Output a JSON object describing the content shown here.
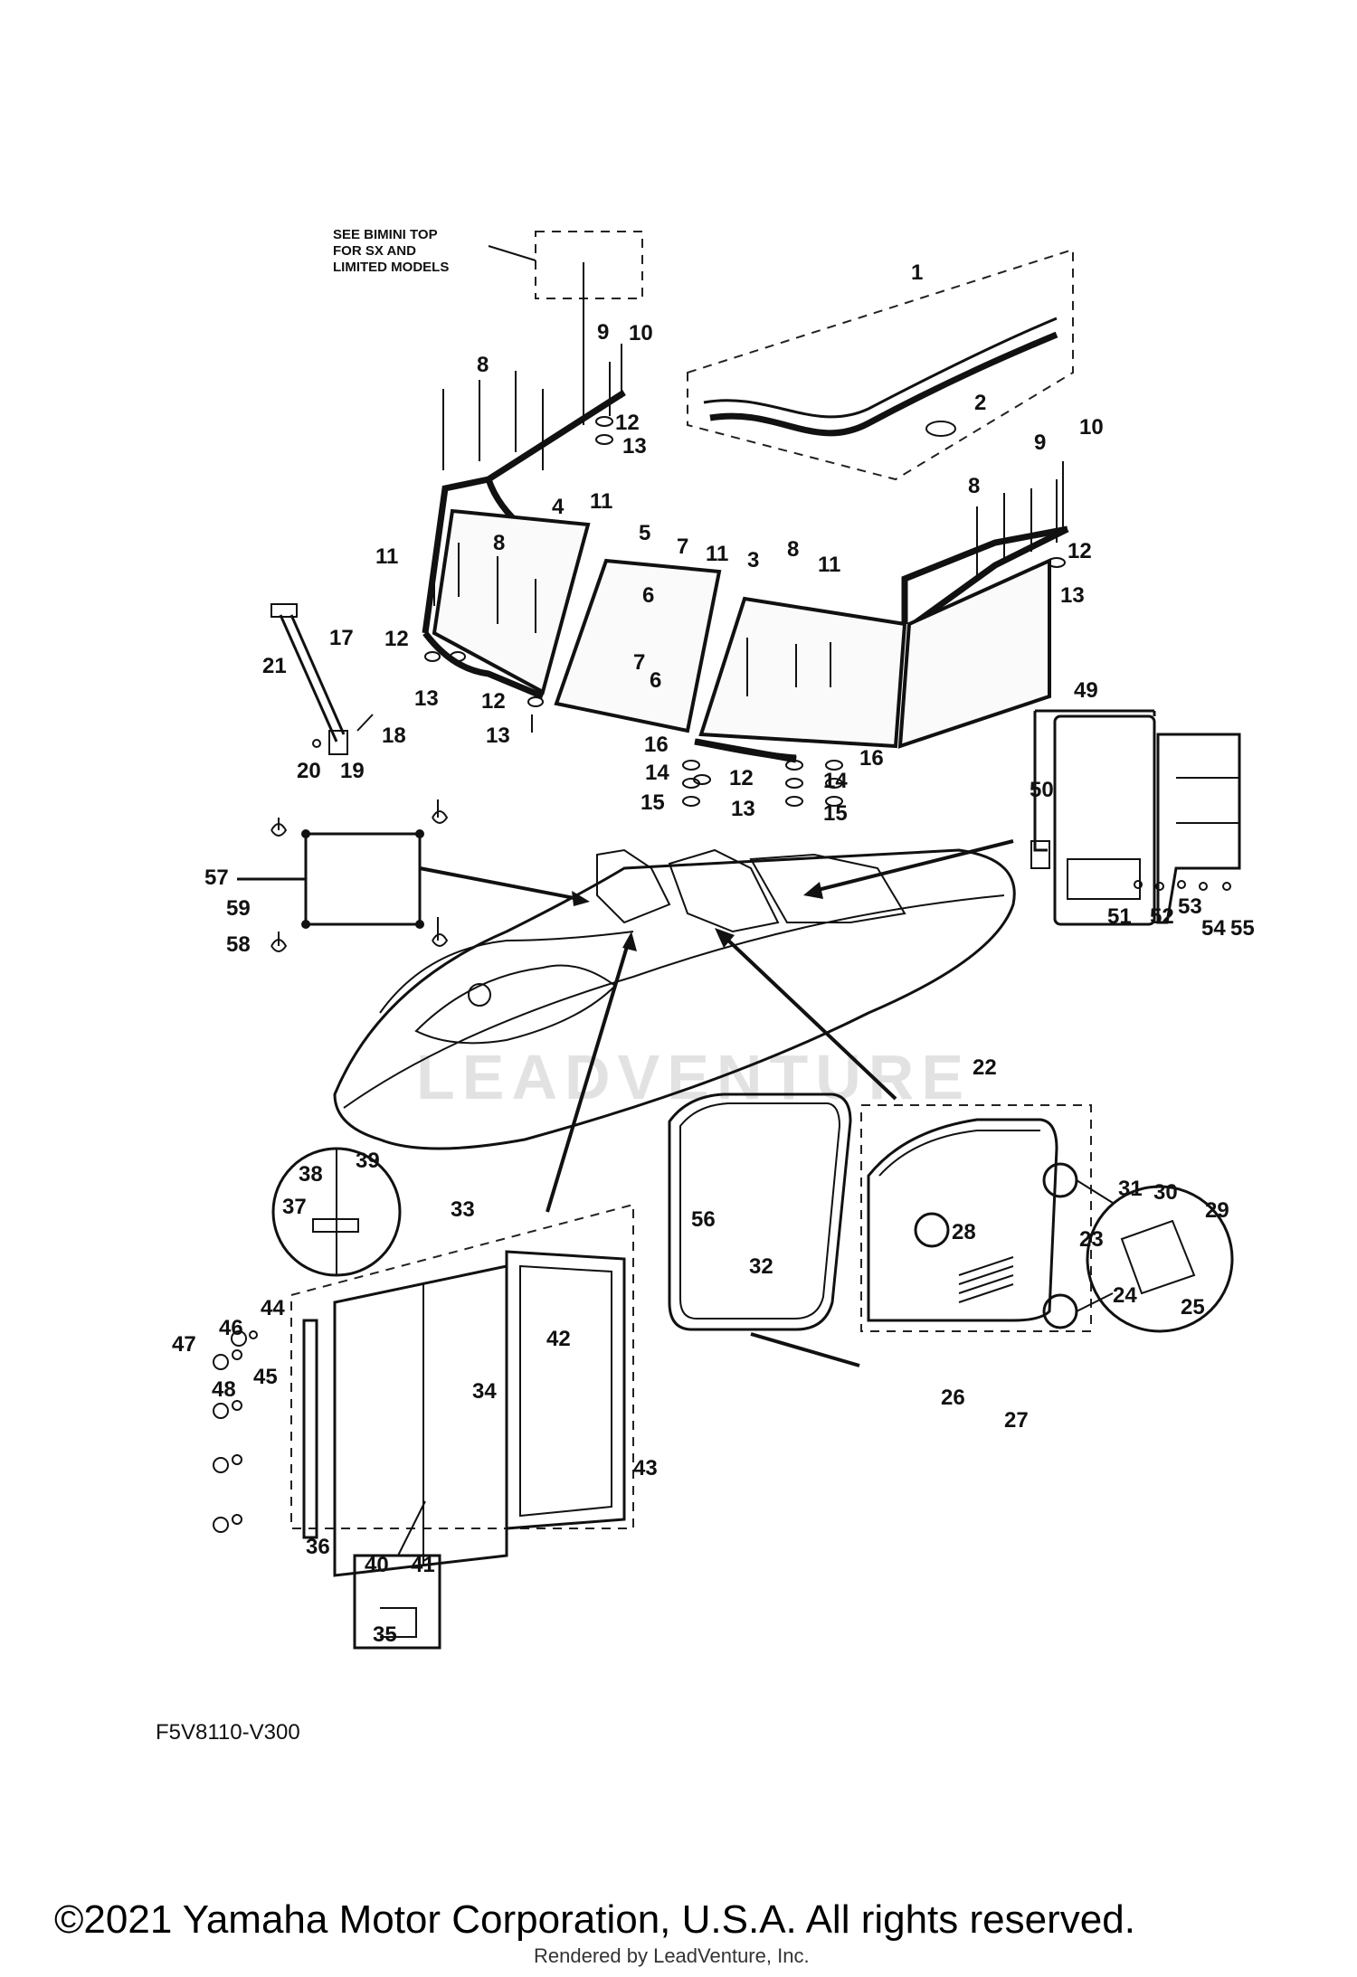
{
  "note": {
    "lines": [
      "SEE BIMINI TOP",
      "FOR SX AND",
      "LIMITED MODELS"
    ]
  },
  "callouts": [
    {
      "n": "1"
    },
    {
      "n": "2"
    },
    {
      "n": "3"
    },
    {
      "n": "4"
    },
    {
      "n": "5"
    },
    {
      "n": "6"
    },
    {
      "n": "6"
    },
    {
      "n": "7"
    },
    {
      "n": "7"
    },
    {
      "n": "8"
    },
    {
      "n": "8"
    },
    {
      "n": "8"
    },
    {
      "n": "8"
    },
    {
      "n": "9"
    },
    {
      "n": "9"
    },
    {
      "n": "10"
    },
    {
      "n": "10"
    },
    {
      "n": "11"
    },
    {
      "n": "11"
    },
    {
      "n": "11"
    },
    {
      "n": "11"
    },
    {
      "n": "12"
    },
    {
      "n": "12"
    },
    {
      "n": "12"
    },
    {
      "n": "12"
    },
    {
      "n": "12"
    },
    {
      "n": "13"
    },
    {
      "n": "13"
    },
    {
      "n": "13"
    },
    {
      "n": "13"
    },
    {
      "n": "13"
    },
    {
      "n": "14"
    },
    {
      "n": "14"
    },
    {
      "n": "15"
    },
    {
      "n": "15"
    },
    {
      "n": "16"
    },
    {
      "n": "16"
    },
    {
      "n": "17"
    },
    {
      "n": "18"
    },
    {
      "n": "19"
    },
    {
      "n": "20"
    },
    {
      "n": "21"
    },
    {
      "n": "22"
    },
    {
      "n": "23"
    },
    {
      "n": "24"
    },
    {
      "n": "25"
    },
    {
      "n": "26"
    },
    {
      "n": "27"
    },
    {
      "n": "28"
    },
    {
      "n": "29"
    },
    {
      "n": "30"
    },
    {
      "n": "31"
    },
    {
      "n": "32"
    },
    {
      "n": "33"
    },
    {
      "n": "34"
    },
    {
      "n": "35"
    },
    {
      "n": "36"
    },
    {
      "n": "37"
    },
    {
      "n": "38"
    },
    {
      "n": "39"
    },
    {
      "n": "40"
    },
    {
      "n": "41"
    },
    {
      "n": "42"
    },
    {
      "n": "43"
    },
    {
      "n": "44"
    },
    {
      "n": "45"
    },
    {
      "n": "46"
    },
    {
      "n": "47"
    },
    {
      "n": "48"
    },
    {
      "n": "49"
    },
    {
      "n": "50"
    },
    {
      "n": "51"
    },
    {
      "n": "52"
    },
    {
      "n": "53"
    },
    {
      "n": "54"
    },
    {
      "n": "55"
    },
    {
      "n": "56"
    },
    {
      "n": "57"
    },
    {
      "n": "58"
    },
    {
      "n": "59"
    }
  ],
  "watermark": "LEADVENTURE",
  "part_code": "F5V8110-V300",
  "copyright": "©2021 Yamaha Motor Corporation, U.S.A. All rights reserved.",
  "rendered_by": "Rendered by LeadVenture, Inc."
}
